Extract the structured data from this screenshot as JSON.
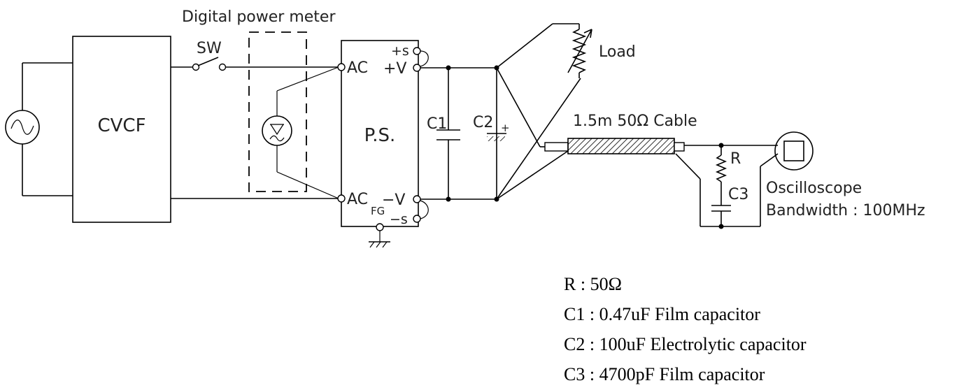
{
  "labels": {
    "power_meter": "Digital power meter",
    "switch": "SW",
    "cvcf": "CVCF",
    "ps": "P.S.",
    "ac_top": "AC",
    "ac_bottom": "AC",
    "plus_s": "+s",
    "plus_v": "+V",
    "minus_v": "−V",
    "minus_s": "−s",
    "fg": "FG",
    "c1": "C1",
    "c2": "C2",
    "c2_polarity": "+",
    "load": "Load",
    "cable": "1.5m  50Ω  Cable",
    "r": "R",
    "c3": "C3",
    "oscilloscope": "Oscilloscope",
    "bandwidth": "Bandwidth : 100MHz"
  },
  "legend": [
    "R : 50Ω",
    "C1 : 0.47uF Film capacitor",
    "C2 : 100uF Electrolytic capacitor",
    "C3 : 4700pF Film capacitor"
  ]
}
